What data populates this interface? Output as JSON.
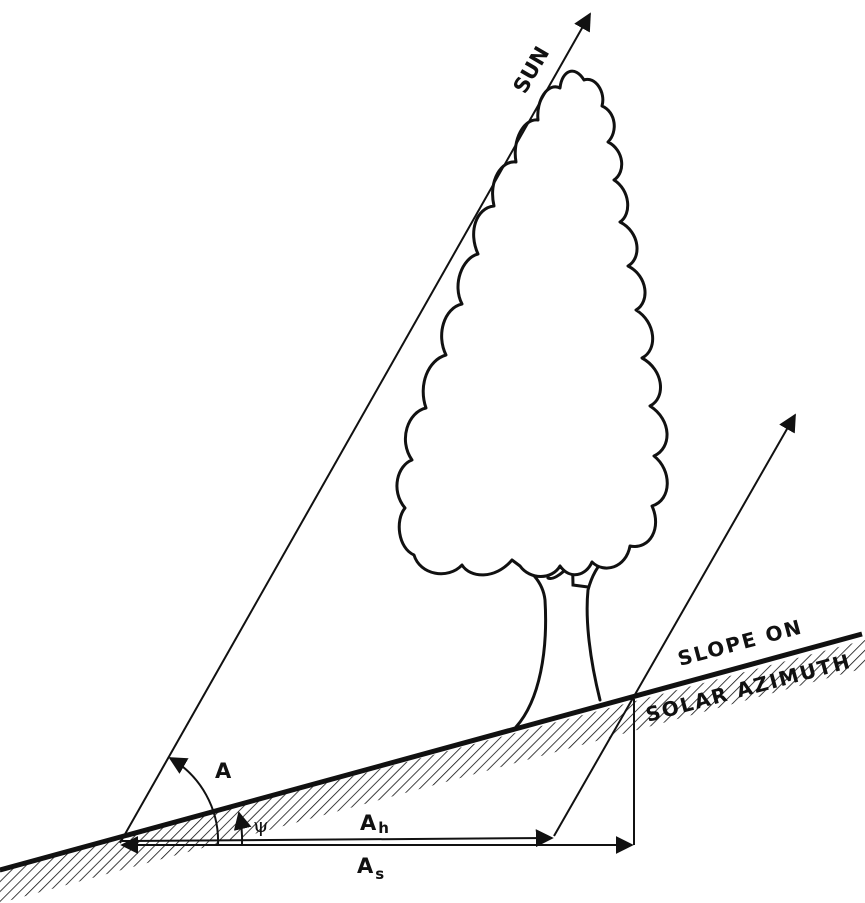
{
  "labels": {
    "sun": "SUN",
    "angle_a": "A",
    "angle_psi": "ψ",
    "a_h_main": "A",
    "a_h_sub": "h",
    "a_s_main": "A",
    "a_s_sub": "s",
    "slope_line1": "SLOPE ON",
    "slope_line2": "SOLAR AZIMUTH"
  },
  "colors": {
    "ink": "#111111",
    "background": "#ffffff"
  }
}
